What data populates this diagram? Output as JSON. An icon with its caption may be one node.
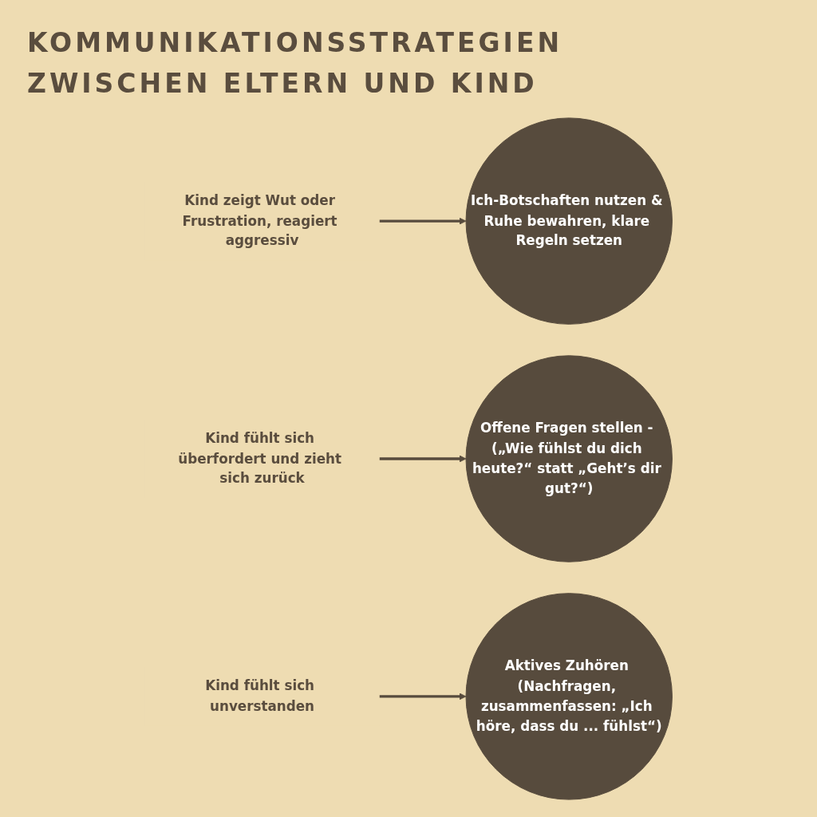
{
  "diagram": {
    "title": "KOMMUNIKATIONSSTRATEGIEN ZWISCHEN ELTERN UND KIND",
    "nodes": [
      {
        "text": [
          "Kind zeigt Wut oder Frustration, reagiert aggressiv"
        ]
      },
      {
        "text": [
          "Ich-Botschaften nutzen & Ruhe bewahren, klare Regeln setzen"
        ]
      },
      {
        "text": [
          "Kind fühlt sich überfordert und zieht sich zurück"
        ]
      },
      {
        "text": [
          "Offene Fragen stellen - („Wie fühlst du dich heute?“ statt „Geht’s dir gut?“)"
        ]
      },
      {
        "text": [
          "Kind fühlt sich unverstanden"
        ]
      },
      {
        "text": [
          "Aktives Zuhören (Nachfragen, zusammenfassen: „Ich höre, dass du ... fühlst“)"
        ]
      }
    ],
    "edges": [
      {
        "from": 0,
        "to": 1,
        "arrow": "to"
      },
      {
        "from": 2,
        "to": 3,
        "arrow": "to"
      },
      {
        "from": 4,
        "to": 5,
        "arrow": "to"
      }
    ]
  }
}
